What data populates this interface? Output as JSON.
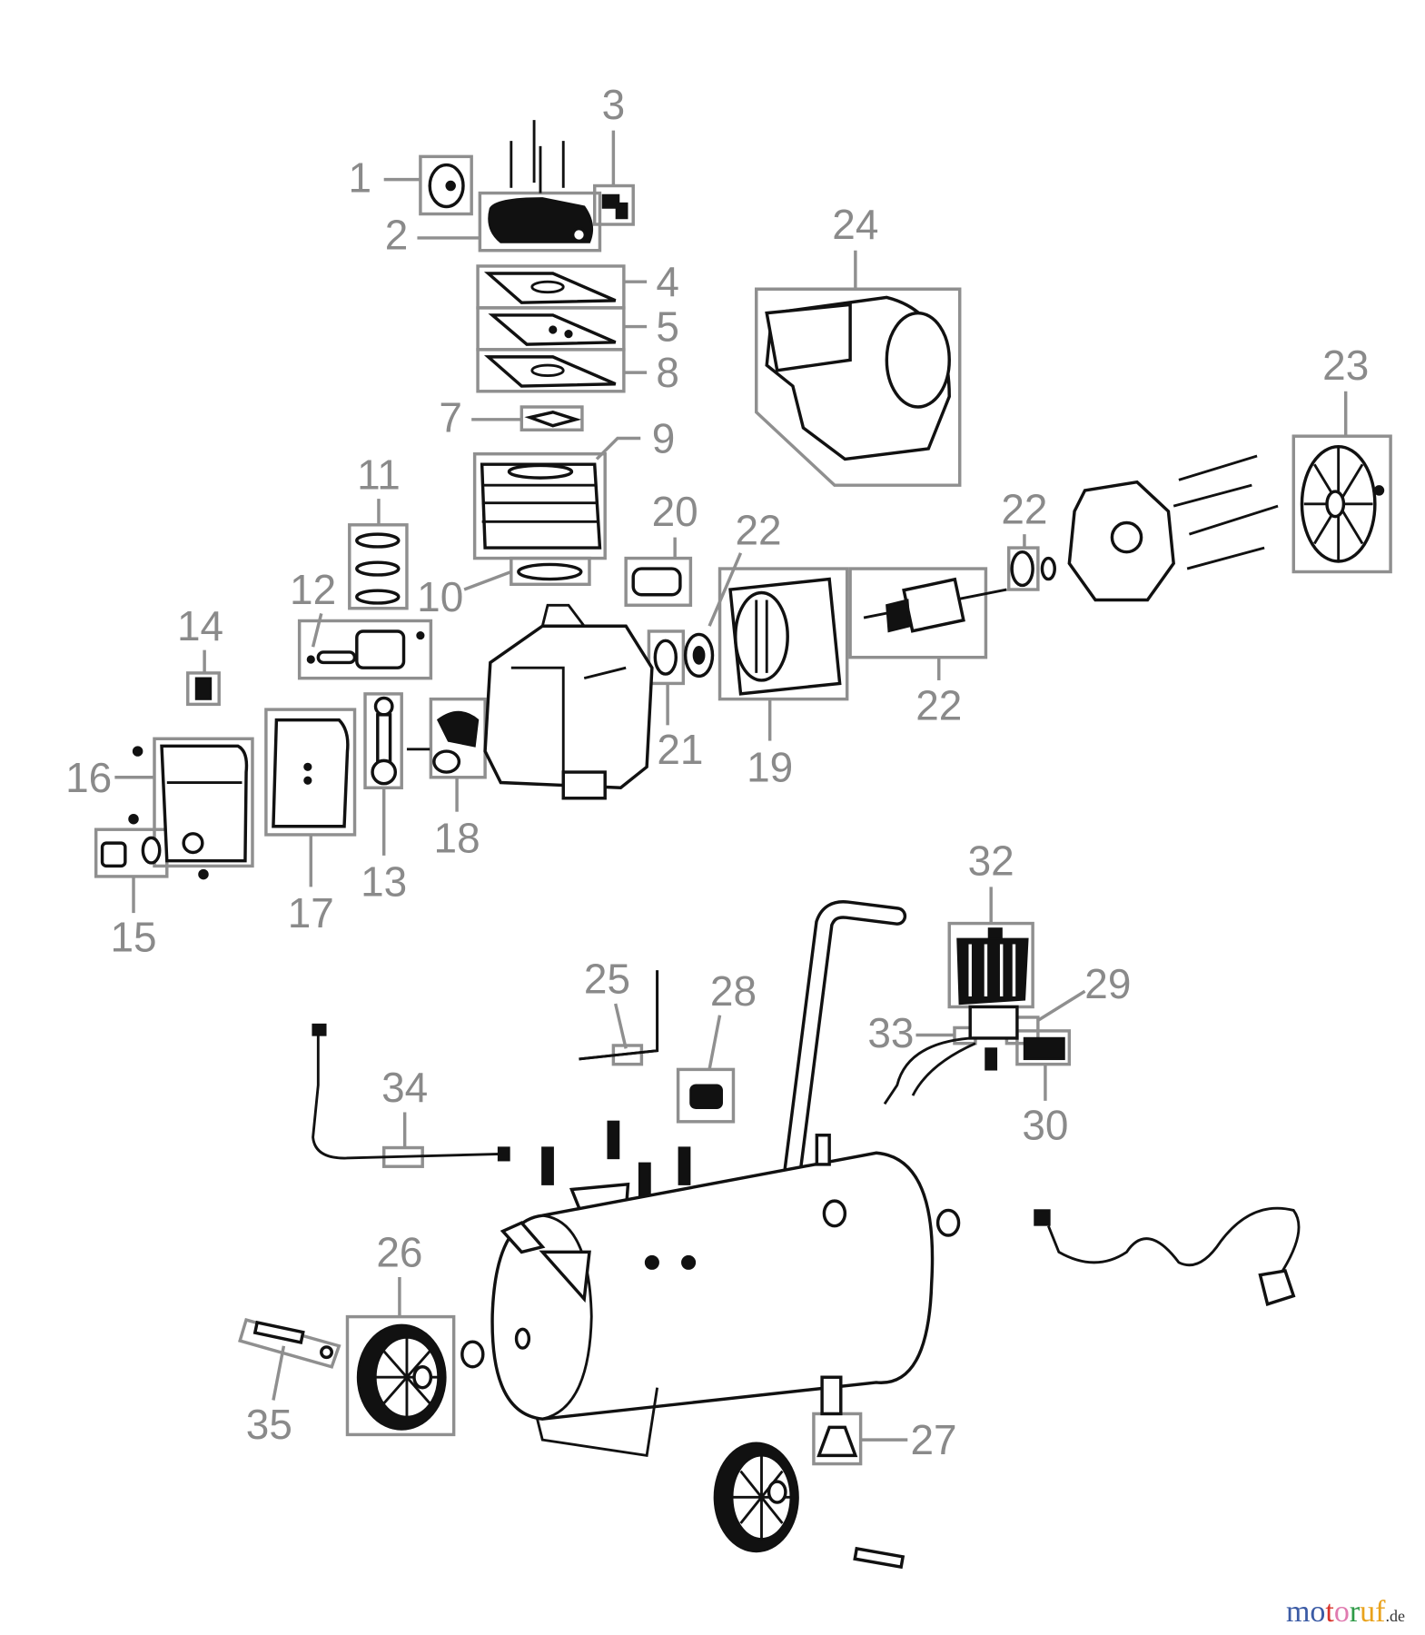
{
  "diagram": {
    "parts": [
      {
        "id": "p1",
        "label": "1"
      },
      {
        "id": "p2",
        "label": "2"
      },
      {
        "id": "p3",
        "label": "3"
      },
      {
        "id": "p4",
        "label": "4"
      },
      {
        "id": "p5",
        "label": "5"
      },
      {
        "id": "p8",
        "label": "8"
      },
      {
        "id": "p7",
        "label": "7"
      },
      {
        "id": "p9",
        "label": "9"
      },
      {
        "id": "p11",
        "label": "11"
      },
      {
        "id": "p10",
        "label": "10"
      },
      {
        "id": "p12",
        "label": "12"
      },
      {
        "id": "p14",
        "label": "14"
      },
      {
        "id": "p16",
        "label": "16"
      },
      {
        "id": "p15",
        "label": "15"
      },
      {
        "id": "p17",
        "label": "17"
      },
      {
        "id": "p13",
        "label": "13"
      },
      {
        "id": "p18",
        "label": "18"
      },
      {
        "id": "p20",
        "label": "20"
      },
      {
        "id": "p22a",
        "label": "22"
      },
      {
        "id": "p21",
        "label": "21"
      },
      {
        "id": "p19",
        "label": "19"
      },
      {
        "id": "p22b",
        "label": "22"
      },
      {
        "id": "p22c",
        "label": "22"
      },
      {
        "id": "p24",
        "label": "24"
      },
      {
        "id": "p23",
        "label": "23"
      },
      {
        "id": "p32",
        "label": "32"
      },
      {
        "id": "p29",
        "label": "29"
      },
      {
        "id": "p33",
        "label": "33"
      },
      {
        "id": "p30",
        "label": "30"
      },
      {
        "id": "p25",
        "label": "25"
      },
      {
        "id": "p28",
        "label": "28"
      },
      {
        "id": "p34",
        "label": "34"
      },
      {
        "id": "p26",
        "label": "26"
      },
      {
        "id": "p35",
        "label": "35"
      },
      {
        "id": "p27",
        "label": "27"
      }
    ],
    "label_color": "#8a8a8a",
    "line_color": "#111111"
  },
  "watermark": {
    "letters": [
      "m",
      "o",
      "t",
      "o",
      "r",
      "u",
      "f"
    ],
    "letter_colors": [
      "#3b5ba5",
      "#3b5ba5",
      "#d9342b",
      "#e07bb0",
      "#2e9a47",
      "#e9a21c",
      "#e9a21c"
    ],
    "suffix": ".de"
  }
}
